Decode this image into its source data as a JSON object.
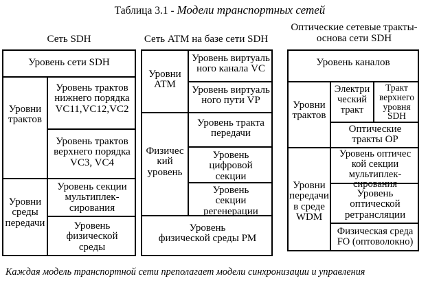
{
  "title": {
    "prefix": "Таблица 3.1 -",
    "main": "Модели транспортных сетей"
  },
  "footer": "Каждая модель транспортной сети преполагает модели синхронизации и управления",
  "sdh": {
    "header": "Сеть SDH",
    "network_level": "Уровень сети SDH",
    "paths": "Уровни|трактов",
    "lower_paths": "Уровень трактов|нижнего порядка|VC11,VC12,VC2",
    "higher_paths": "Уровень трактов|верхнего порядка|VC3, VC4",
    "media": "Уровни|среды|передачи",
    "mux_section": "Уровень секции|мультиплек-|сирования",
    "physical": "Уровень|физической|среды"
  },
  "atm": {
    "header": "Сеть ATM на базе сети SDH",
    "atm_levels": "Уровни|ATM",
    "vc": "Уровень виртуаль|ного канала VC",
    "vp": "Уровень виртуаль|ного пути VP",
    "physical_level": "Физичес|кий|уровень",
    "transmission_path": "Уровень тракта|передачи",
    "digital_section": "Уровень|цифровой|секции",
    "regen_section": "Уровень|секции|регенерации",
    "pm": "Уровень|физической среды PM"
  },
  "optical": {
    "header": "Оптические сетевые тракты-|основа сети SDH",
    "channels": "Уровень каналов",
    "paths": "Уровни|трактов",
    "electrical": "Электри|ческий|тракт",
    "higher_sdh": "Тракт|верхнего|уровня|SDH",
    "op": "Оптические|тракты OP",
    "wdm": "Уровни|передачи|в среде|WDM",
    "oms": "Уровень оптичес|кой секции|мультиплек-|сирования",
    "ots": "Уровень|оптической|ретрансляции",
    "fo": "Физическая среда|FO (оптоволокно)"
  }
}
